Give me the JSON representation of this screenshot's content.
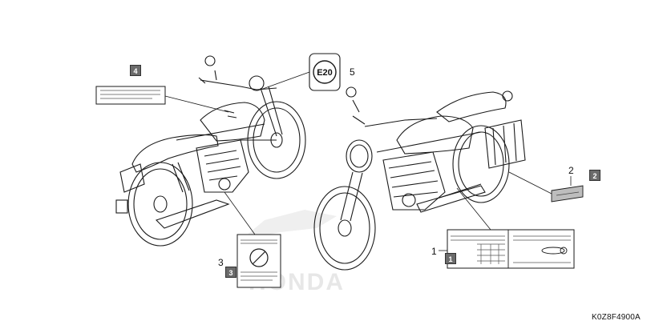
{
  "labels": {
    "e20_text": "E20",
    "code": "K0Z8F4900A",
    "watermark": "HONDA"
  },
  "callouts": [
    {
      "number": "1",
      "box": "1"
    },
    {
      "number": "2",
      "box": "2"
    },
    {
      "number": "3",
      "box": "3"
    },
    {
      "number": "4",
      "box": "4"
    },
    {
      "number": "5"
    }
  ],
  "colors": {
    "line": "#1a1a1a",
    "box_fill": "#6b6b6b",
    "watermark": "#c9c9c9"
  }
}
